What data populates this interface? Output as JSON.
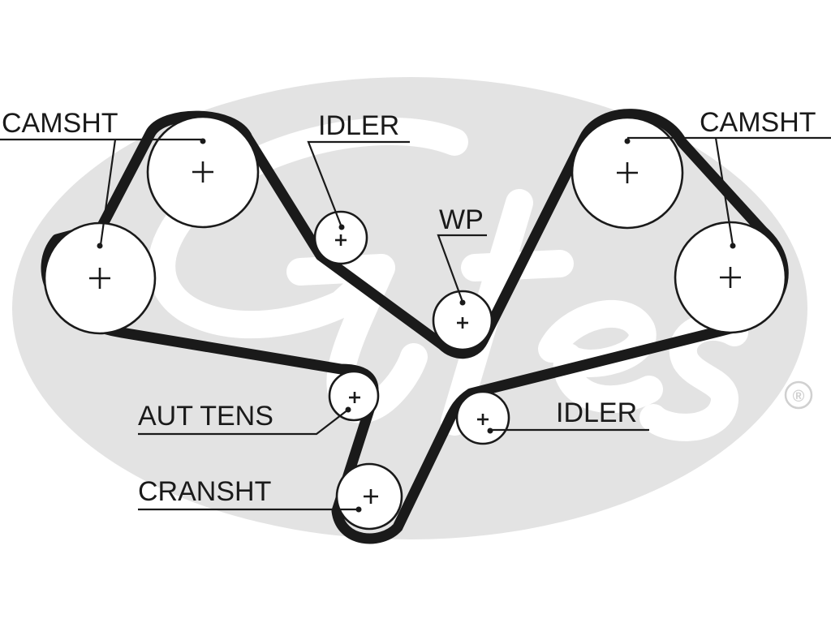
{
  "diagram": {
    "title": "",
    "colors": {
      "belt": "#1a1a1a",
      "logo_watermark": "#e3e3e3",
      "background": "#ffffff"
    },
    "watermark": {
      "brand": "Gates",
      "registered_mark": "®"
    },
    "labels": {
      "camshaft_left": "CAMSHT",
      "idler_top": "IDLER",
      "water_pump": "WP",
      "camshaft_right": "CAMSHT",
      "auto_tensioner": "AUT TENS",
      "idler_bottom": "IDLER",
      "crankshaft": "CRANSHT"
    }
  }
}
